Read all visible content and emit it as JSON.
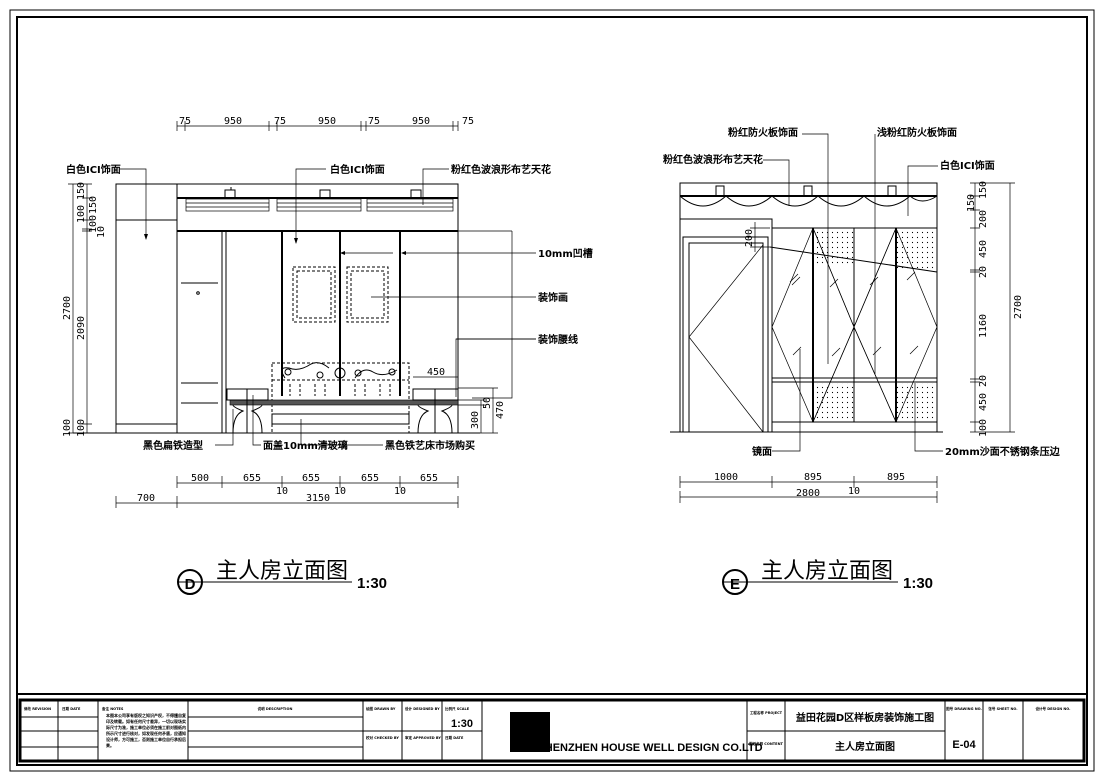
{
  "elevation_d": {
    "marker": "D",
    "title": "主人房立面图",
    "scale": "1:30",
    "labels": {
      "wardrobe_finish": "白色ICI饰面",
      "wall_finish": "白色ICI饰面",
      "ceiling": "粉红色波浪形布艺天花",
      "groove": "10mm凹槽",
      "painting": "装饰画",
      "waist_line": "装饰腰线",
      "iron_shape": "黑色扁铁造型",
      "glass_top": "面盖10mm清玻璃",
      "iron_bed": "黑色铁艺床市场购买"
    },
    "top_dims": [
      "75",
      "950",
      "75",
      "950",
      "75",
      "950",
      "75"
    ],
    "bottom_dims": [
      "500",
      "655",
      "655",
      "655",
      "655"
    ],
    "gap_dims": [
      "10",
      "10",
      "10"
    ],
    "overall_dims": [
      "700",
      "3150"
    ],
    "left_dims": [
      "2700",
      "2090",
      "150",
      "150",
      "100",
      "100",
      "10",
      "100",
      "100"
    ],
    "right_dims": [
      "450",
      "50",
      "300",
      "470"
    ]
  },
  "elevation_e": {
    "marker": "E",
    "title": "主人房立面图",
    "scale": "1:30",
    "labels": {
      "pink_board": "粉红防火板饰面",
      "light_pink_board": "浅粉红防火板饰面",
      "ceiling": "粉红色波浪形布艺天花",
      "wall_finish": "白色ICI饰面",
      "mirror": "镜面",
      "steel_strip": "20mm沙面不锈钢条压边"
    },
    "door_dim": "200",
    "bottom_dims": [
      "1000",
      "895",
      "895"
    ],
    "gap_dim": "10",
    "overall_dim": "2800",
    "right_dims": [
      "150",
      "150",
      "200",
      "450",
      "20",
      "1160",
      "20",
      "450",
      "100",
      "2700"
    ]
  },
  "title_block": {
    "revision": "修改 REVISION",
    "date": "日期 DATE",
    "notes_label": "备注 NOTES",
    "notes": "本图本公司享有版权之知识产权，不得擅自复印及转载。如有任何尺寸差异，一切以现场实际尺寸为准，施工单位必须在施工前对图纸内所示尺寸进行核对，如发现任何矛盾，应通知设计师，方可施工，否则施工单位自行承担后果。",
    "description": "说明 DESCRIPTION",
    "drawn_by": "绘图 DRAWN BY",
    "designed_by": "设计 DESIGNED BY",
    "scale_label": "比例尺 SCALE",
    "scale": "1:30",
    "checked_by": "校对 CHECKED BY",
    "approved_by": "审定 APPROVED BY",
    "date2": "日期 DATE",
    "company": "SHENZHEN HOUSE WELL DESIGN CO.LTD",
    "project_label": "工程名称 PROJECT",
    "project": "益田花园D区样板房装饰施工图",
    "content_label": "图纸名称 CONTENT",
    "content": "主人房立面图",
    "drawing_no_label": "图号 DRAWING NO.",
    "drawing_no": "E-04",
    "sheet_no_label": "张号 SHEET NO.",
    "design_no_label": "设计号 DESIGN NO."
  }
}
